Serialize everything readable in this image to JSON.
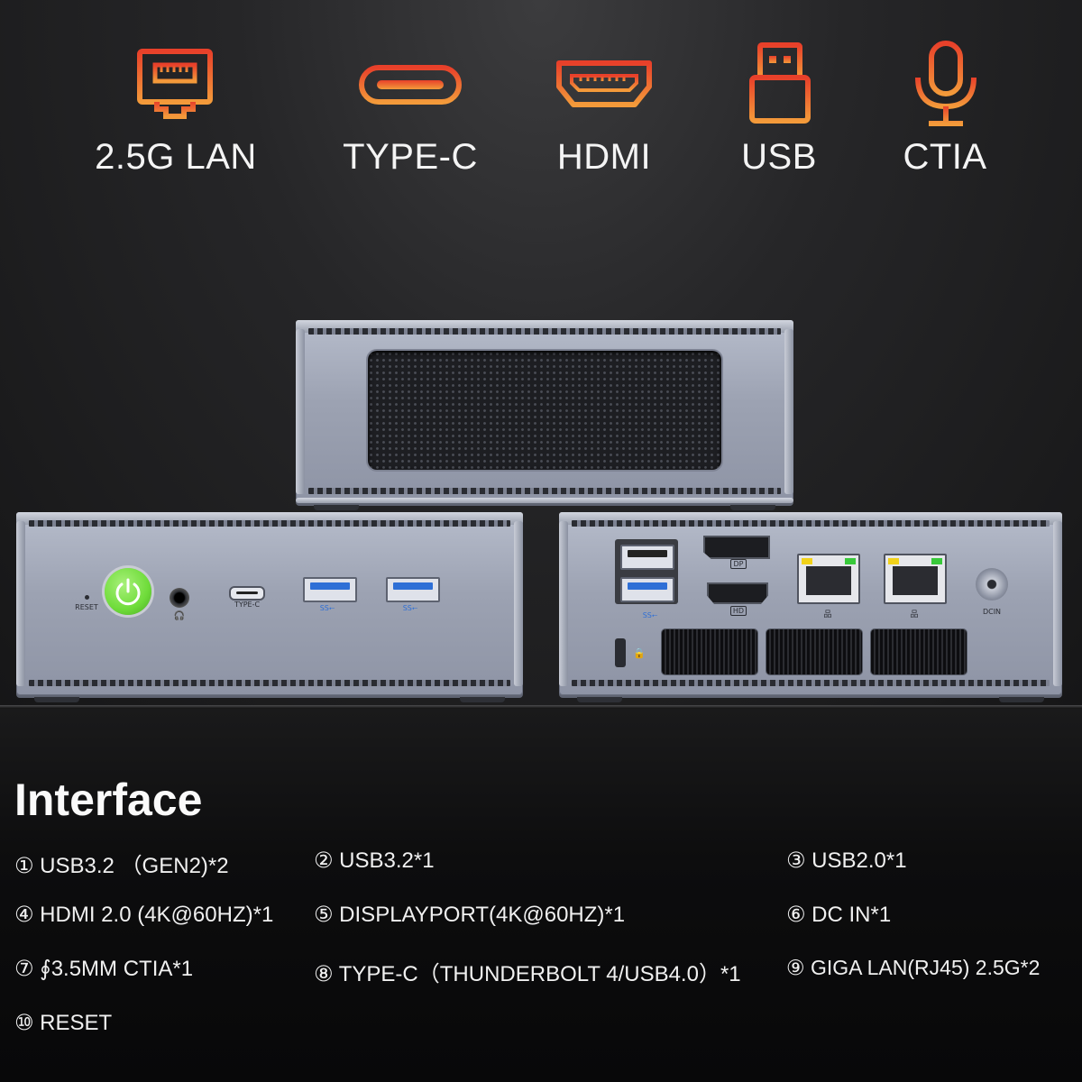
{
  "icon_row": [
    {
      "label": "2.5G LAN",
      "icon": "ethernet-port-icon"
    },
    {
      "label": "TYPE-C",
      "icon": "usb-c-port-icon"
    },
    {
      "label": "HDMI",
      "icon": "hdmi-port-icon"
    },
    {
      "label": "USB",
      "icon": "usb-a-plug-icon"
    },
    {
      "label": "CTIA",
      "icon": "microphone-icon"
    }
  ],
  "colors": {
    "icon_gradient_start": "#e8402a",
    "icon_gradient_end": "#f39a3a",
    "power_button": "#6fdc3a",
    "usb3_blue": "#2e6fd6",
    "lan_led_yellow": "#f2d21a",
    "lan_led_green": "#38c93a"
  },
  "front_panel": {
    "reset_label": "RESET",
    "typec_label": "TYPE-C",
    "usb_ss_label": "SS⭠"
  },
  "rear_panel": {
    "dp_label": "DP",
    "hdmi_label": "HD",
    "usb_ss_label": "SS⭠",
    "dcin_label": "DCIN"
  },
  "interface": {
    "title": "Interface",
    "items": [
      "① USB3.2 （GEN2)*2",
      "② USB3.2*1",
      "③ USB2.0*1",
      "④ HDMI 2.0 (4K@60HZ)*1",
      "⑤ DISPLAYPORT(4K@60HZ)*1",
      "⑥ DC IN*1",
      "⑦ ∮3.5MM CTIA*1",
      "⑧ TYPE-C（THUNDERBOLT 4/USB4.0）*1",
      "⑨ GIGA LAN(RJ45) 2.5G*2",
      "⑩ RESET"
    ]
  }
}
